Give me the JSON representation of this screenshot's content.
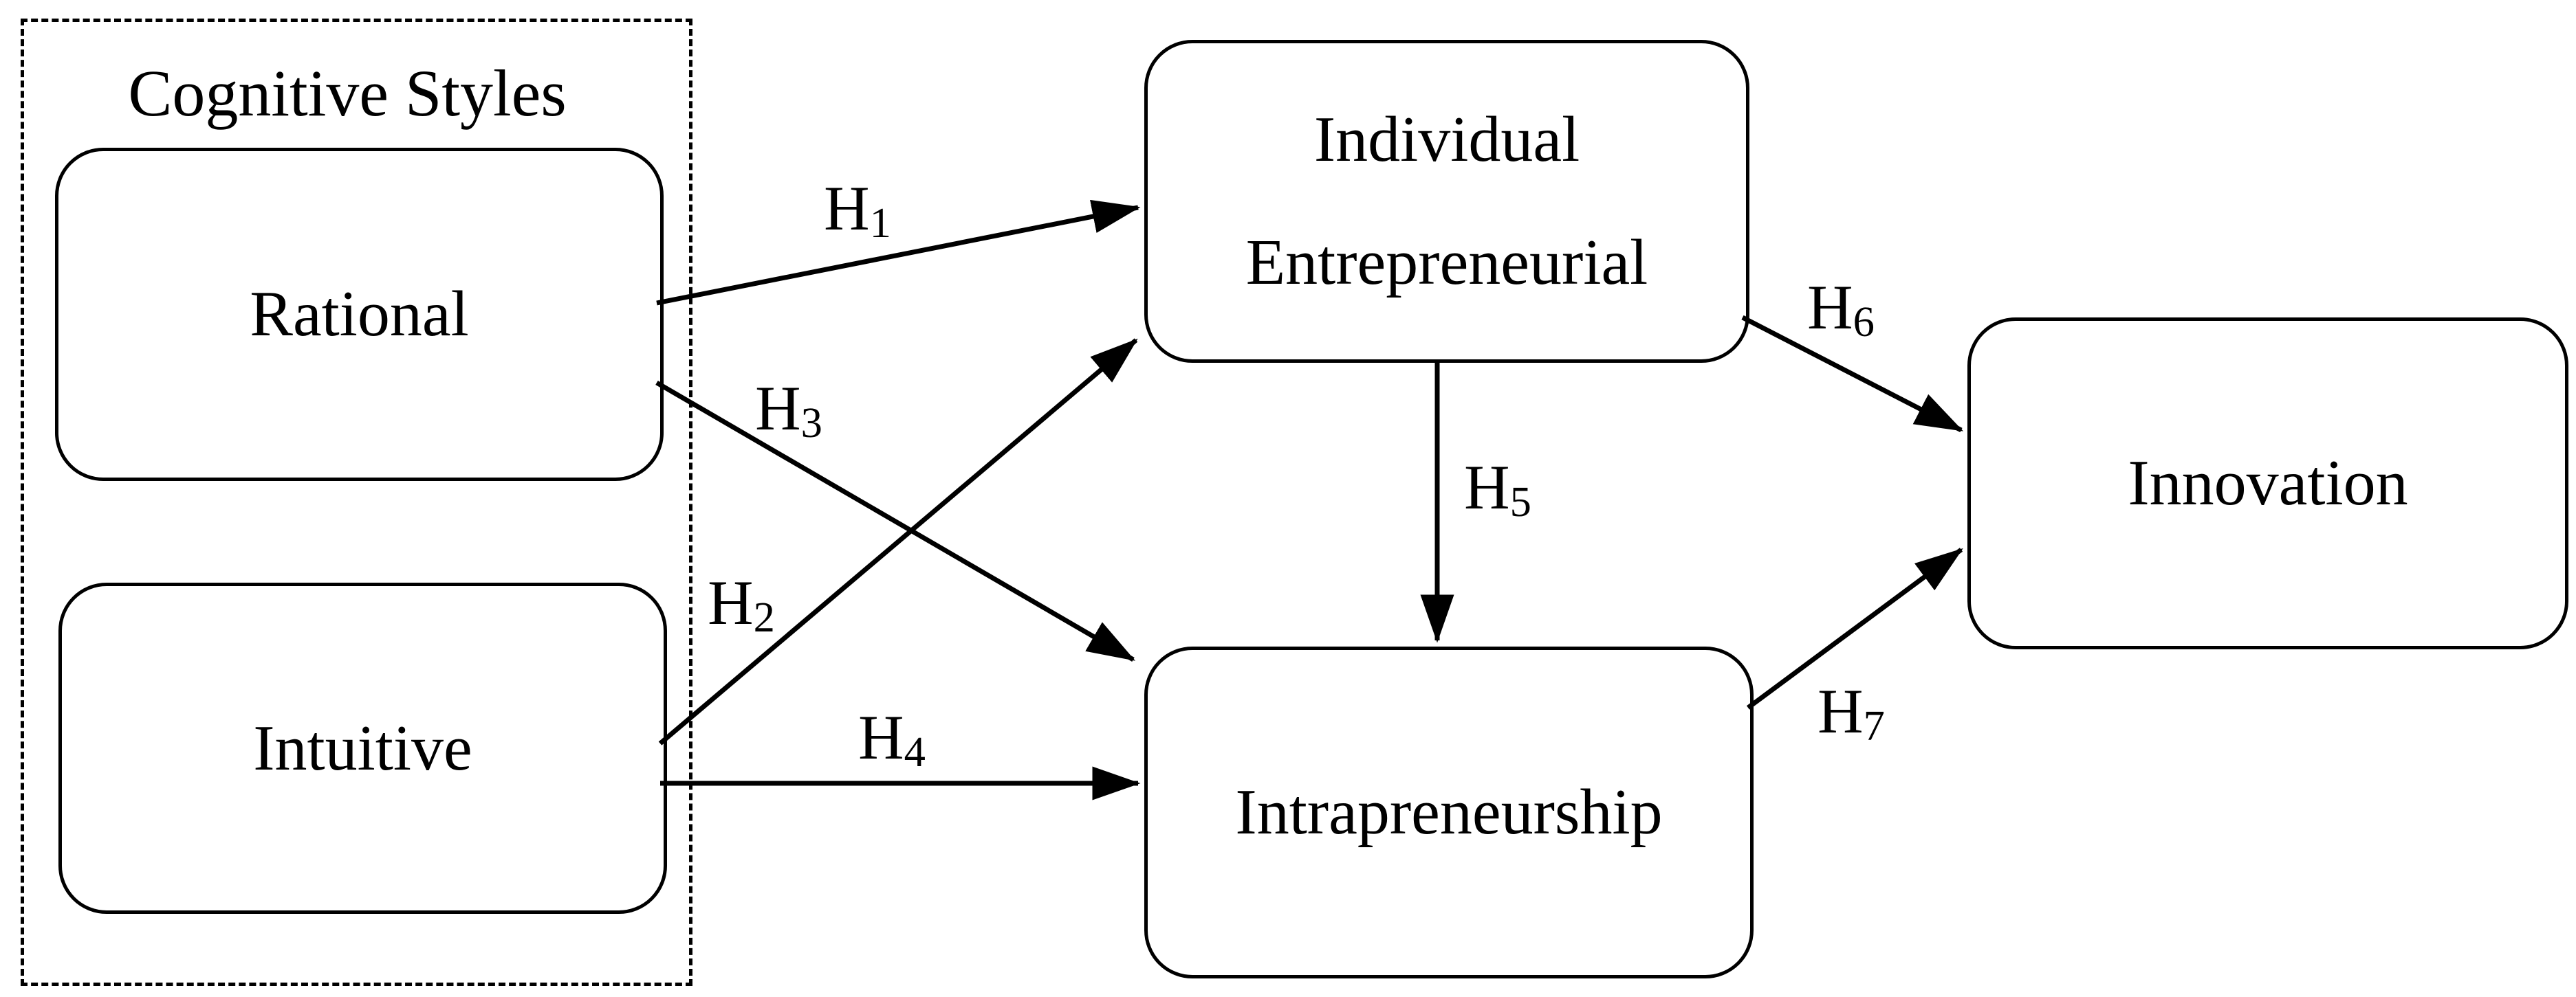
{
  "figure": {
    "background_color": "#ffffff",
    "line_color": "#000000",
    "group": {
      "label": "Cognitive Styles"
    },
    "nodes": {
      "rational": {
        "label": "Rational"
      },
      "intuitive": {
        "label": "Intuitive"
      },
      "individual_entrepreneurial": {
        "line1": "Individual",
        "line2": "Entrepreneurial"
      },
      "intrapreneurship": {
        "label": "Intrapreneurship"
      },
      "innovation": {
        "label": "Innovation"
      }
    },
    "hypotheses": {
      "h1": {
        "main": "H",
        "sub": "1"
      },
      "h2": {
        "main": "H",
        "sub": "2"
      },
      "h3": {
        "main": "H",
        "sub": "3"
      },
      "h4": {
        "main": "H",
        "sub": "4"
      },
      "h5": {
        "main": "H",
        "sub": "5"
      },
      "h6": {
        "main": "H",
        "sub": "6"
      },
      "h7": {
        "main": "H",
        "sub": "7"
      }
    },
    "edges": [
      {
        "id": "h1",
        "from": "rational",
        "to": "individual_entrepreneurial"
      },
      {
        "id": "h2",
        "from": "intuitive",
        "to": "individual_entrepreneurial"
      },
      {
        "id": "h3",
        "from": "rational",
        "to": "intrapreneurship"
      },
      {
        "id": "h4",
        "from": "intuitive",
        "to": "intrapreneurship"
      },
      {
        "id": "h5",
        "from": "individual_entrepreneurial",
        "to": "intrapreneurship"
      },
      {
        "id": "h6",
        "from": "individual_entrepreneurial",
        "to": "innovation"
      },
      {
        "id": "h7",
        "from": "intrapreneurship",
        "to": "innovation"
      }
    ]
  }
}
